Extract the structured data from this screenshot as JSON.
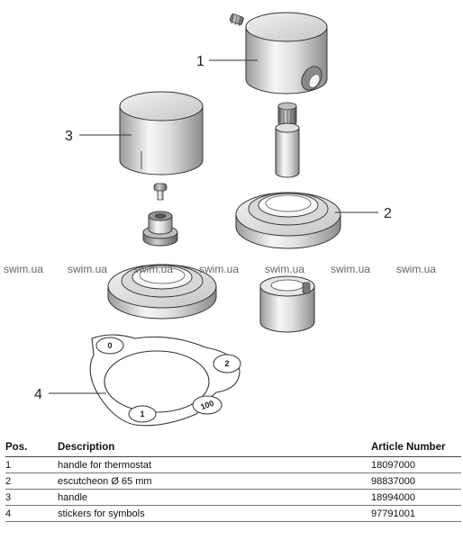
{
  "callouts": {
    "c1": "1",
    "c2": "2",
    "c3": "3",
    "c4": "4"
  },
  "stickers": {
    "s0": "0",
    "s2": "2",
    "s1": "1",
    "s100": "100"
  },
  "watermark": {
    "text": "swim.ua"
  },
  "table": {
    "headers": {
      "pos": "Pos.",
      "description": "Description",
      "article": "Article Number"
    },
    "rows": [
      {
        "pos": "1",
        "description": "handle for thermostat",
        "article": "18097000"
      },
      {
        "pos": "2",
        "description": "escutcheon Ø 65 mm",
        "article": "98837000"
      },
      {
        "pos": "3",
        "description": "handle",
        "article": "18994000"
      },
      {
        "pos": "4",
        "description": "stickers for symbols",
        "article": "97791001"
      }
    ]
  }
}
